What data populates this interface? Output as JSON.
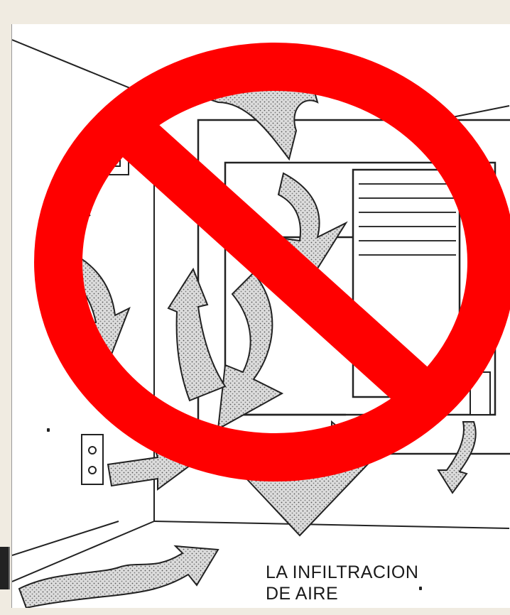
{
  "caption": {
    "line1": "LA INFILTRACION",
    "line2": "DE AIRE"
  },
  "overlay": {
    "symbol": "prohibition-sign",
    "color": "#ff0000"
  }
}
